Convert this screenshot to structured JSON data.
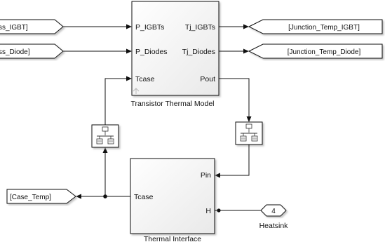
{
  "diagram": {
    "transistor_block": {
      "title": "Transistor Thermal Model",
      "ports_in": [
        "P_IGBTs",
        "P_Diodes",
        "Tcase"
      ],
      "ports_out": [
        "Tj_IGBTs",
        "Tj_Diodes",
        "Pout"
      ]
    },
    "thermal_block": {
      "title": "Thermal Interface",
      "port_in": "Tcase",
      "ports_out": [
        "Pin",
        "H"
      ]
    },
    "from_tags": [
      "ss_IGBT]",
      "ss_Diode]"
    ],
    "goto_tags": [
      "[Junction_Temp_IGBT]",
      "[Junction_Temp_Diode]",
      "[Case_Temp]"
    ],
    "outport": {
      "number": "4",
      "label": "Heatsink"
    }
  }
}
